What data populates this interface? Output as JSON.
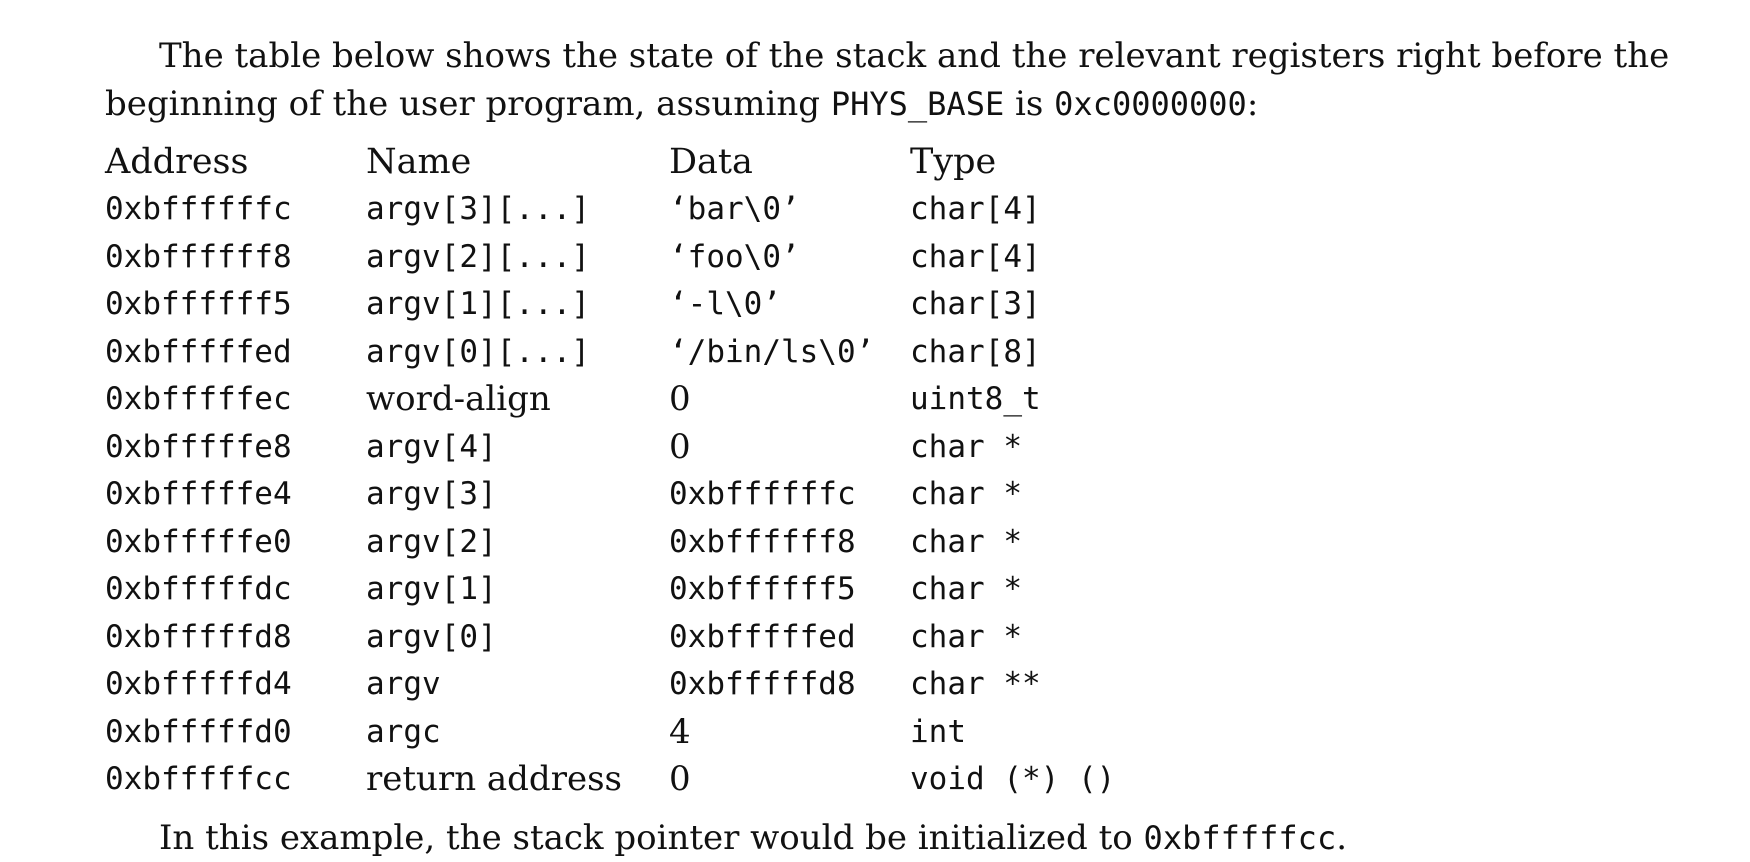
{
  "intro": {
    "line1": "The table below shows the state of the stack and the relevant registers right before the",
    "line2_prefix": "beginning of the user program, assuming ",
    "phys_base_label": "PHYS_BASE",
    "line2_mid": " is ",
    "phys_base_value": "0xc0000000",
    "line2_suffix": ":"
  },
  "table": {
    "headers": {
      "address": "Address",
      "name": "Name",
      "data": "Data",
      "type": "Type"
    },
    "rows": [
      {
        "address": "0xbffffffc",
        "name": "argv[3][...]",
        "name_style": "mono",
        "data": "‘bar\\0’",
        "data_style": "mono",
        "type": "char[4]"
      },
      {
        "address": "0xbffffff8",
        "name": "argv[2][...]",
        "name_style": "mono",
        "data": "‘foo\\0’",
        "data_style": "mono",
        "type": "char[4]"
      },
      {
        "address": "0xbffffff5",
        "name": "argv[1][...]",
        "name_style": "mono",
        "data": "‘-l\\0’",
        "data_style": "mono",
        "type": "char[3]"
      },
      {
        "address": "0xbfffffed",
        "name": "argv[0][...]",
        "name_style": "mono",
        "data": "‘/bin/ls\\0’",
        "data_style": "mono",
        "type": "char[8]"
      },
      {
        "address": "0xbfffffec",
        "name": "word-align",
        "name_style": "serif",
        "data": "0",
        "data_style": "serif",
        "type": "uint8_t"
      },
      {
        "address": "0xbfffffe8",
        "name": "argv[4]",
        "name_style": "mono",
        "data": "0",
        "data_style": "serif",
        "type": "char *"
      },
      {
        "address": "0xbfffffe4",
        "name": "argv[3]",
        "name_style": "mono",
        "data": "0xbffffffc",
        "data_style": "mono",
        "type": "char *"
      },
      {
        "address": "0xbfffffe0",
        "name": "argv[2]",
        "name_style": "mono",
        "data": "0xbffffff8",
        "data_style": "mono",
        "type": "char *"
      },
      {
        "address": "0xbfffffdc",
        "name": "argv[1]",
        "name_style": "mono",
        "data": "0xbffffff5",
        "data_style": "mono",
        "type": "char *"
      },
      {
        "address": "0xbfffffd8",
        "name": "argv[0]",
        "name_style": "mono",
        "data": "0xbfffffed",
        "data_style": "mono",
        "type": "char *"
      },
      {
        "address": "0xbfffffd4",
        "name": "argv",
        "name_style": "mono",
        "data": "0xbfffffd8",
        "data_style": "mono",
        "type": "char **"
      },
      {
        "address": "0xbfffffd0",
        "name": "argc",
        "name_style": "mono",
        "data": "4",
        "data_style": "serif",
        "type": "int"
      },
      {
        "address": "0xbfffffcc",
        "name": "return address",
        "name_style": "serif",
        "data": "0",
        "data_style": "serif",
        "type": "void (*) ()"
      }
    ]
  },
  "outro": {
    "prefix": "In this example, the stack pointer would be initialized to ",
    "value": "0xbfffffcc",
    "suffix": "."
  }
}
